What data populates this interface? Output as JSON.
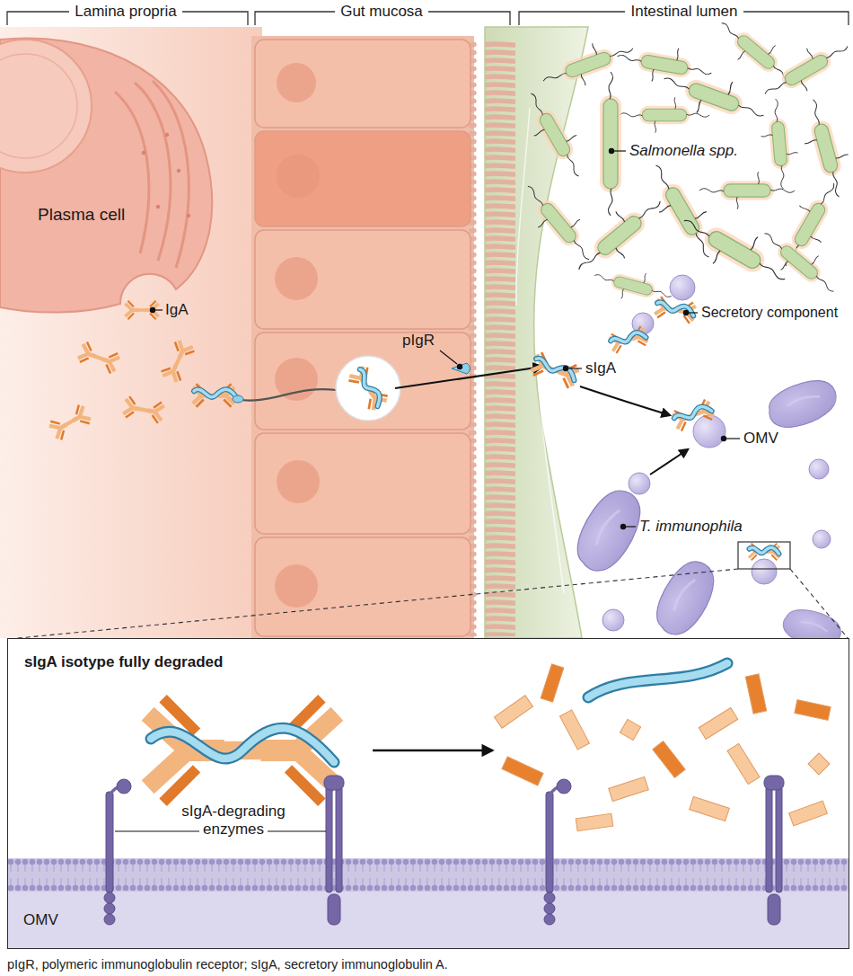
{
  "diagram": {
    "caption": "pIgR, polymeric immunoglobulin receptor; sIgA, secretory immunoglobulin A.",
    "nodes": [
      {
        "text": [
          "Plasma cell"
        ]
      },
      {
        "text": [
          "sIgA isotype fully degraded"
        ]
      }
    ],
    "labels": [
      "Lamina propria",
      "Gut mucosa",
      "Intestinal lumen",
      "IgA",
      "pIgR",
      "sIgA",
      "Salmonella spp.",
      "Secretory component",
      "OMV",
      "T. immunophila",
      "sIgA-degrading enzymes",
      "OMV"
    ]
  }
}
